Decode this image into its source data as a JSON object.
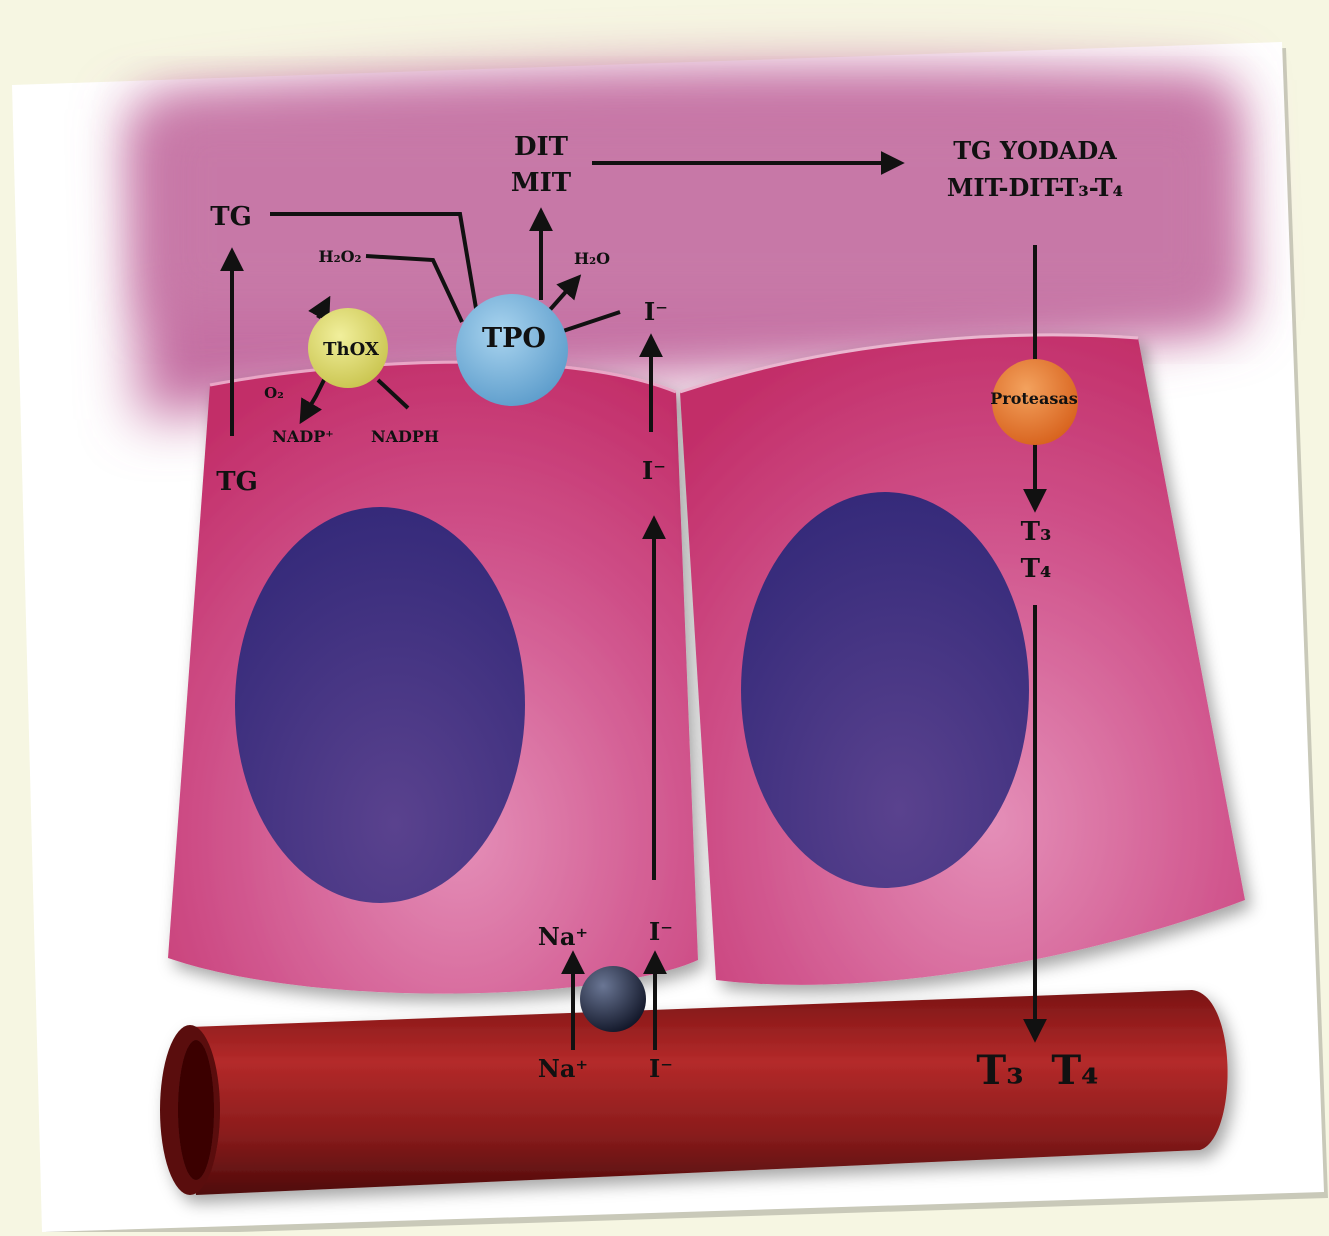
{
  "colors": {
    "background": "#f6f6e2",
    "lumen": "#c87aa8",
    "cell": "#c9366f",
    "nucleus": "#3a2f7e",
    "vessel": "#8a1c1c",
    "thox": "#dcd96a",
    "tpo": "#7fb8dc",
    "proteases": "#e57c32",
    "transporter": "#1d2238"
  },
  "labels": {
    "tg_top": "TG",
    "tg_bottom": "TG",
    "h2o2": "H₂O₂",
    "h2o": "H₂O",
    "thox": "ThOX",
    "tpo": "TPO",
    "o2": "O₂",
    "nadp": "NADP⁺",
    "nadph": "NADPH",
    "dit": "DIT",
    "mit": "MIT",
    "tg_yodada_1": "TG YODADA",
    "tg_yodada_2": "MIT-DIT-T₃-T₄",
    "iodide_apical": "I⁻",
    "iodide_mid": "I⁻",
    "iodide_basal": "I⁻",
    "iodide_blood": "I⁻",
    "na_cell": "Na⁺",
    "na_blood": "Na⁺",
    "proteases": "Proteasas",
    "t3_cell": "T₃",
    "t4_cell": "T₄",
    "t3_blood": "T₃",
    "t4_blood": "T₄"
  }
}
